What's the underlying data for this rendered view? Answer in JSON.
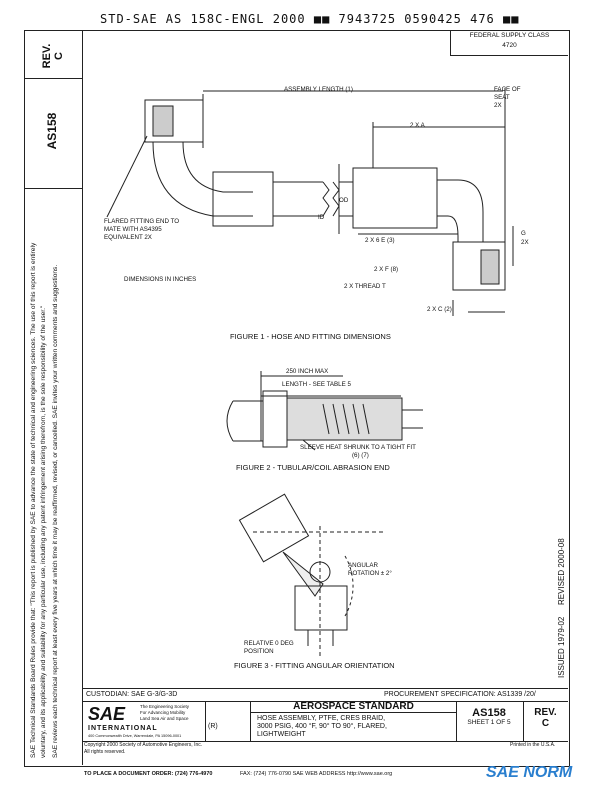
{
  "header": {
    "scan_line": "STD-SAE AS 158C-ENGL 2000 ■■ 7943725 0590425 476 ■■"
  },
  "left": {
    "rev_label": "REV.",
    "rev_value": "C",
    "doc_id": "AS158",
    "notice": [
      "SAE Technical Standards Board Rules provide that: \"This report is published by SAE to advance the state of technical and engineering sciences. The use of this report is entirely",
      "voluntary, and its applicability and suitability for any particular use, including any patent infringement arising therefrom, is the sole responsibility of the user.\"",
      "SAE reviews each technical report at least every five years at which time it may be reaffirmed, revised, or cancelled. SAE invites your written comments and suggestions."
    ]
  },
  "right": {
    "fsc_line1": "FEDERAL SUPPLY CLASS",
    "fsc_line2": "4720",
    "issued": "ISSUED 1979-02",
    "revised": "REVISED 2000-08"
  },
  "fig1": {
    "caption": "FIGURE 1 - HOSE AND FITTING DIMENSIONS",
    "assembly_length": "ASSEMBLY LENGTH (1)",
    "face_of_seat": "FACE OF",
    "seat": "SEAT",
    "two_x": "2X",
    "two_x_a": "2 X A",
    "od": "OD",
    "id": "ID",
    "g": "G",
    "flared_1": "FLARED FITTING END TO",
    "flared_2": "MATE WITH AS4395",
    "flared_3": "EQUIVALENT 2X",
    "dims": "DIMENSIONS IN INCHES",
    "two_x_e": "2 X 6 E (3)",
    "two_x_f": "2 X F (8)",
    "thread": "2 X THREAD T",
    "two_x_c": "2 X C (2)"
  },
  "fig2": {
    "caption": "FIGURE 2 - TUBULAR/COIL ABRASION END",
    "max": "250 INCH MAX",
    "length": "LENGTH - SEE TABLE 5",
    "sleeve": "SLEEVE HEAT SHRUNK TO A TIGHT FIT",
    "sleeve_note": "(6)   (7)"
  },
  "fig3": {
    "caption": "FIGURE 3 - FITTING ANGULAR ORIENTATION",
    "angular": "ANGULAR",
    "rotation": "ROTATION ± 2°",
    "relative": "RELATIVE  0 DEG",
    "position": "POSITION"
  },
  "titleblock": {
    "custodian": "CUSTODIAN:  SAE G-3/G-3D",
    "procurement": "PROCUREMENT SPECIFICATION: AS1339 /20/",
    "aero": "AEROSPACE STANDARD",
    "r": "(R)",
    "title1": "HOSE ASSEMBLY, PTFE, CRES BRAID,",
    "title2": "3000 PSIG, 400 °F, 90° TO 90°, FLARED,",
    "title3": "LIGHTWEIGHT",
    "doc": "AS158",
    "sheet": "SHEET 1 OF 5",
    "rev_label": "REV.",
    "rev_value": "C",
    "logo": "SAE",
    "logo_sub": "INTERNATIONAL",
    "logo_tag1": "The Engineering Society",
    "logo_tag2": "For Advancing Mobility",
    "logo_tag3": "Land Sea Air and Space",
    "address": "400 Commonwealth Drive, Warrendale, PA 15096-0001"
  },
  "footer": {
    "copyright": "Copyright 2000 Society of Automotive Engineers, Inc.",
    "rights": "All rights reserved.",
    "printed": "Printed in the U.S.A.",
    "order": "TO PLACE A DOCUMENT ORDER:   (724) 776-4970",
    "fax": "FAX:  (724) 776-0790   SAE WEB ADDRESS http://www.sae.org",
    "watermark": "SAE NORM"
  }
}
